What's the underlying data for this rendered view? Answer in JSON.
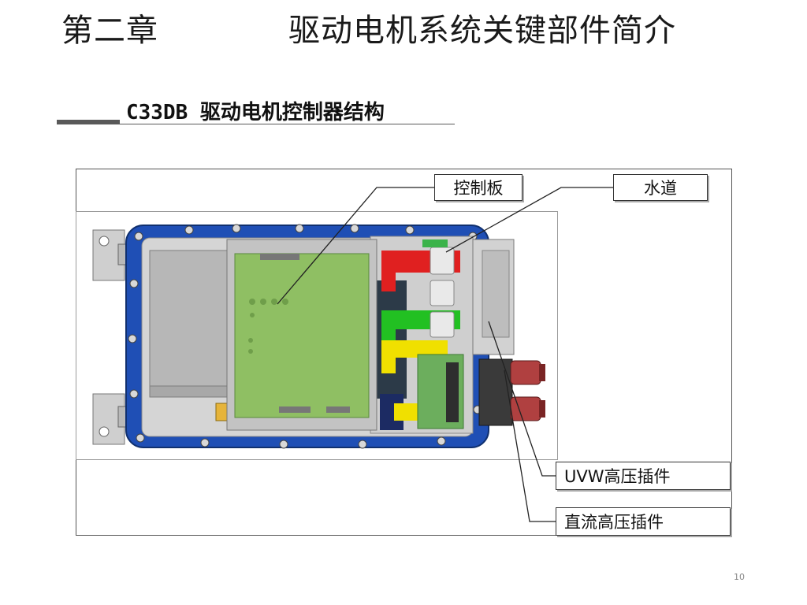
{
  "slide": {
    "title_part1": "第二章",
    "title_part2": "驱动电机系统关键部件简介",
    "subtitle": "C33DB 驱动电机控制器结构",
    "page_number": "10"
  },
  "callouts": {
    "control_board": "控制板",
    "water_channel": "水道",
    "uvw_connector": "UVW高压插件",
    "dc_connector": "直流高压插件"
  },
  "colors": {
    "housing_blue": "#1f4fb5",
    "board_green": "#8fbf63",
    "copper_red": "#e02020",
    "bus_green": "#22c022",
    "bus_yellow": "#f0e000",
    "connector_red": "#b04040",
    "metal_gray": "#c9c9c9"
  }
}
